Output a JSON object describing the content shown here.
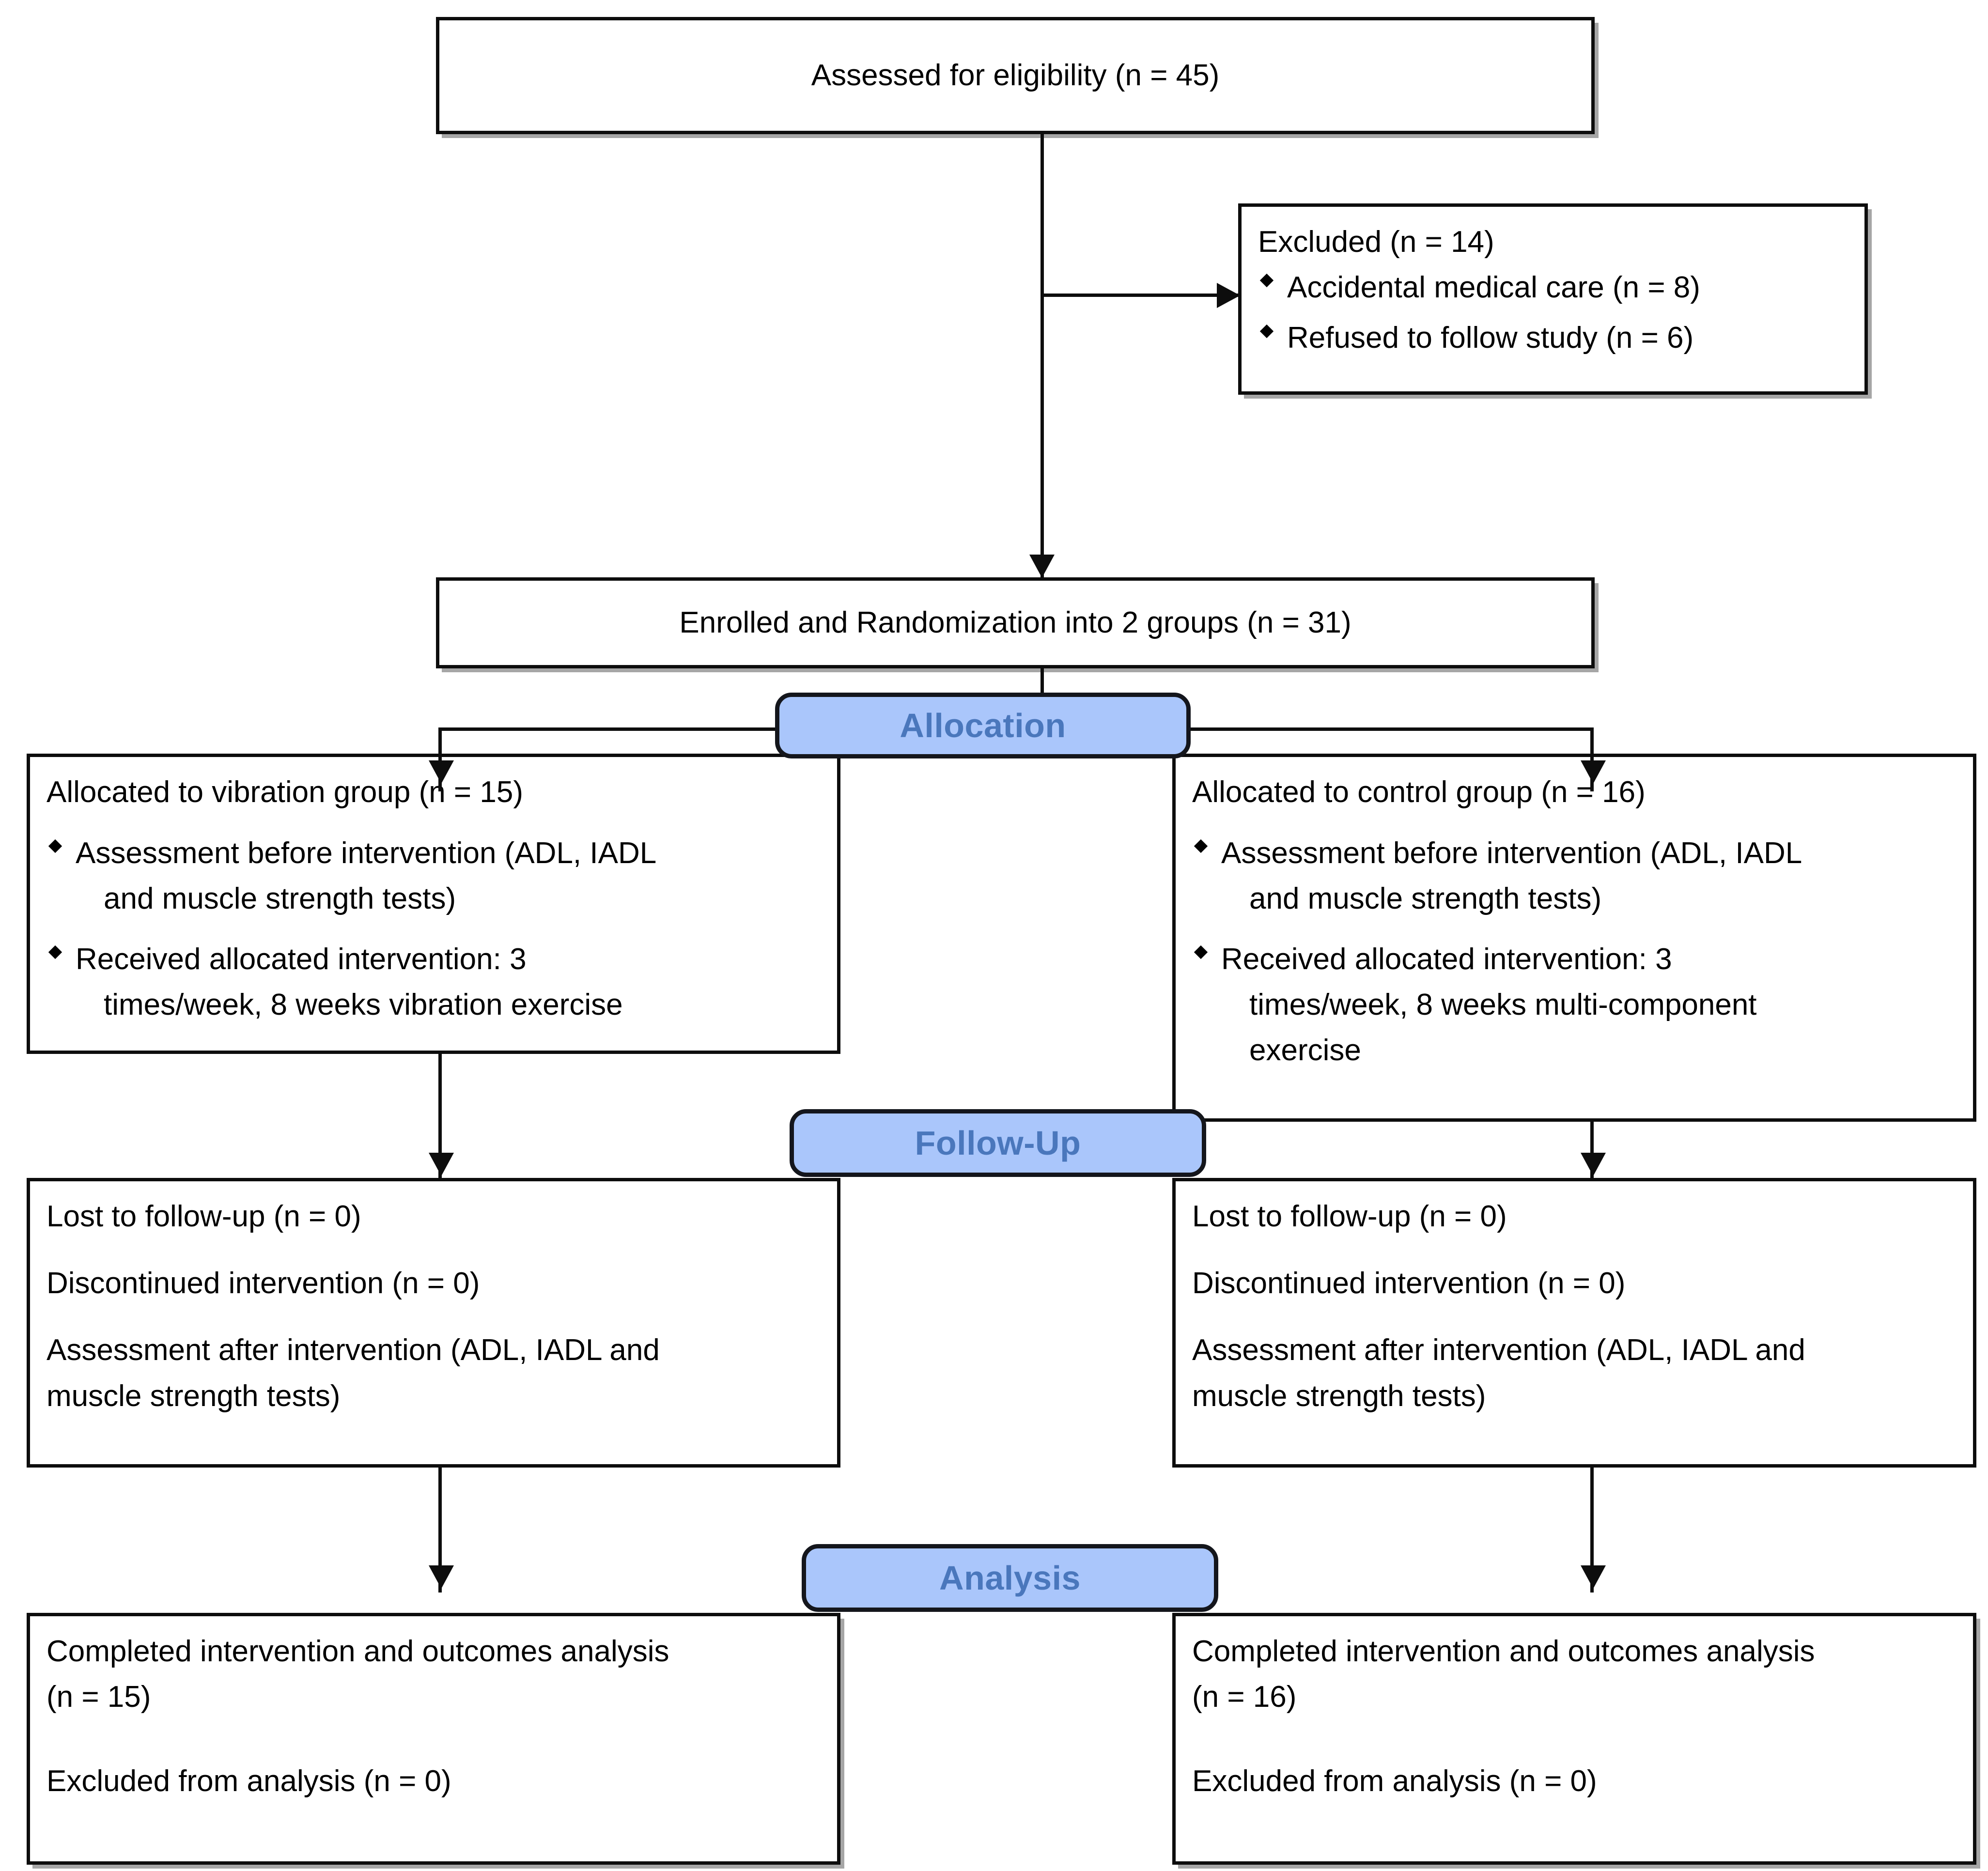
{
  "diagram": {
    "title": "CONSORT participant flow diagram",
    "accent_blue_fill": "#aac6fb",
    "accent_blue_text": "#4a77bc",
    "line_color": "#0d0d0d"
  },
  "enrollment": {
    "assessed": "Assessed for eligibility (n = 45)",
    "excluded_heading": "Excluded (n = 14)",
    "excluded_reasons": [
      "Accidental medical care (n = 8)",
      "Refused to follow study (n = 6)"
    ],
    "randomized": "Enrolled and Randomization into 2 groups (n = 31)"
  },
  "stages": {
    "allocation": "Allocation",
    "followup": "Follow-Up",
    "analysis": "Analysis"
  },
  "allocation": {
    "left": {
      "heading": "Allocated to vibration group (n = 15)",
      "bullets": [
        {
          "line1": "Assessment before intervention (ADL, IADL",
          "line2": "and muscle strength tests)"
        },
        {
          "line1": "Received allocated intervention: 3",
          "line2": "times/week, 8 weeks vibration exercise"
        }
      ]
    },
    "right": {
      "heading": "Allocated to control group (n = 16)",
      "bullets": [
        {
          "line1": "Assessment before intervention (ADL, IADL",
          "line2": "and muscle strength tests)"
        },
        {
          "line1": "Received allocated intervention: 3",
          "line2": "times/week, 8 weeks  multi-component",
          "line3": "exercise"
        }
      ]
    }
  },
  "followup": {
    "left": {
      "lost": "Lost to follow-up (n = 0)",
      "discontinued": "Discontinued intervention (n = 0)",
      "assessment_line1": "Assessment after intervention (ADL, IADL and",
      "assessment_line2": "muscle strength tests)"
    },
    "right": {
      "lost": "Lost to follow-up (n = 0)",
      "discontinued": "Discontinued intervention (n = 0)",
      "assessment_line1": "Assessment after intervention (ADL, IADL and",
      "assessment_line2": "muscle strength tests)"
    }
  },
  "analysis": {
    "left": {
      "completed_line1": "Completed intervention and outcomes analysis",
      "completed_line2": "(n = 15)",
      "excluded": "Excluded from analysis (n = 0)"
    },
    "right": {
      "completed_line1": "Completed intervention and outcomes analysis",
      "completed_line2": "(n = 16)",
      "excluded": "Excluded from analysis (n = 0)"
    }
  }
}
